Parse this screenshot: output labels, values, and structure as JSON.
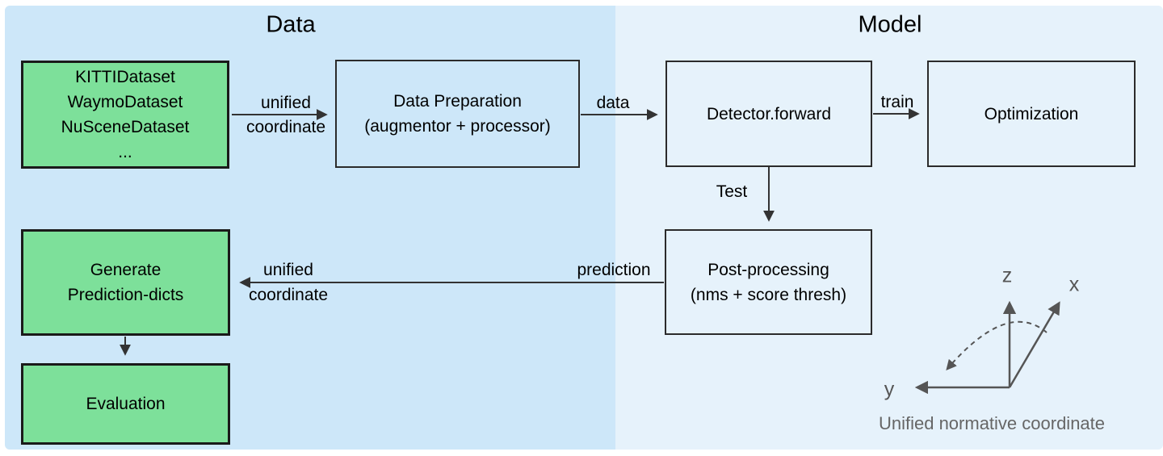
{
  "sections": {
    "data": {
      "title": "Data"
    },
    "model": {
      "title": "Model"
    }
  },
  "boxes": {
    "datasets": {
      "lines": [
        "KITTIDataset",
        "WaymoDataset",
        "NuSceneDataset",
        "..."
      ]
    },
    "data_preparation": {
      "lines": [
        "Data Preparation",
        "(augmentor + processor)"
      ]
    },
    "detector_forward": {
      "lines": [
        "Detector.forward"
      ]
    },
    "optimization": {
      "lines": [
        "Optimization"
      ]
    },
    "post_processing": {
      "lines": [
        "Post-processing",
        "(nms + score thresh)"
      ]
    },
    "generate_prediction_dicts": {
      "lines": [
        "Generate",
        "Prediction-dicts"
      ]
    },
    "evaluation": {
      "lines": [
        "Evaluation"
      ]
    }
  },
  "arrow_labels": {
    "datasets_to_prep_line1": "unified",
    "datasets_to_prep_line2": "coordinate",
    "prep_to_detector": "data",
    "detector_to_optimization": "train",
    "detector_to_postprocessing": "Test",
    "postprocessing_to_generate": "prediction",
    "generate_line1": "unified",
    "generate_line2": "coordinate"
  },
  "coordinate_diagram": {
    "z_label": "z",
    "x_label": "x",
    "y_label": "y",
    "caption": "Unified normative coordinate"
  },
  "colors": {
    "data_panel": "#cde7f9",
    "model_panel": "#e6f2fb",
    "dataset_green": "#7de09a",
    "box_border": "#1a1a1a",
    "arrow": "#333333",
    "axis_gray": "#555555",
    "caption_gray": "#666666"
  }
}
